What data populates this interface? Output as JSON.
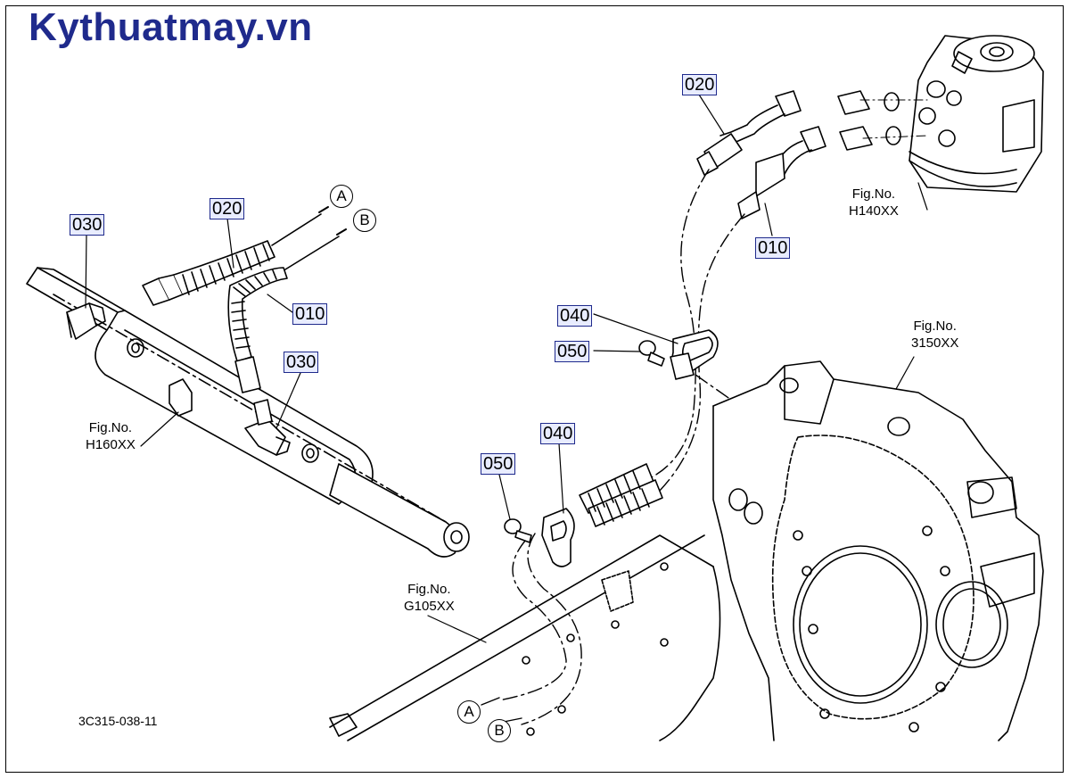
{
  "brand": {
    "text": "Kythuatmay.vn",
    "color": "#1f2a8c"
  },
  "callouts": {
    "left_020": "020",
    "left_030_top": "030",
    "left_010": "010",
    "left_030_bottom": "030",
    "right_020": "020",
    "right_010": "010",
    "right_040_top": "040",
    "right_050_top": "050",
    "right_040_bottom": "040",
    "right_050_bottom": "050"
  },
  "figure_refs": {
    "h140": {
      "label": "Fig.No.",
      "code": "H140XX"
    },
    "h160": {
      "label": "Fig.No.",
      "code": "H160XX"
    },
    "f3150": {
      "label": "Fig.No.",
      "code": "3150XX"
    },
    "g105": {
      "label": "Fig.No.",
      "code": "G105XX"
    }
  },
  "connectors": {
    "top_a": "A",
    "top_b": "B",
    "bottom_a": "A",
    "bottom_b": "B"
  },
  "drawing_code": "3C315-038-11",
  "colors": {
    "callout_border": "#1f2a8c",
    "callout_fill": "#e8ecff",
    "line": "#000000"
  }
}
